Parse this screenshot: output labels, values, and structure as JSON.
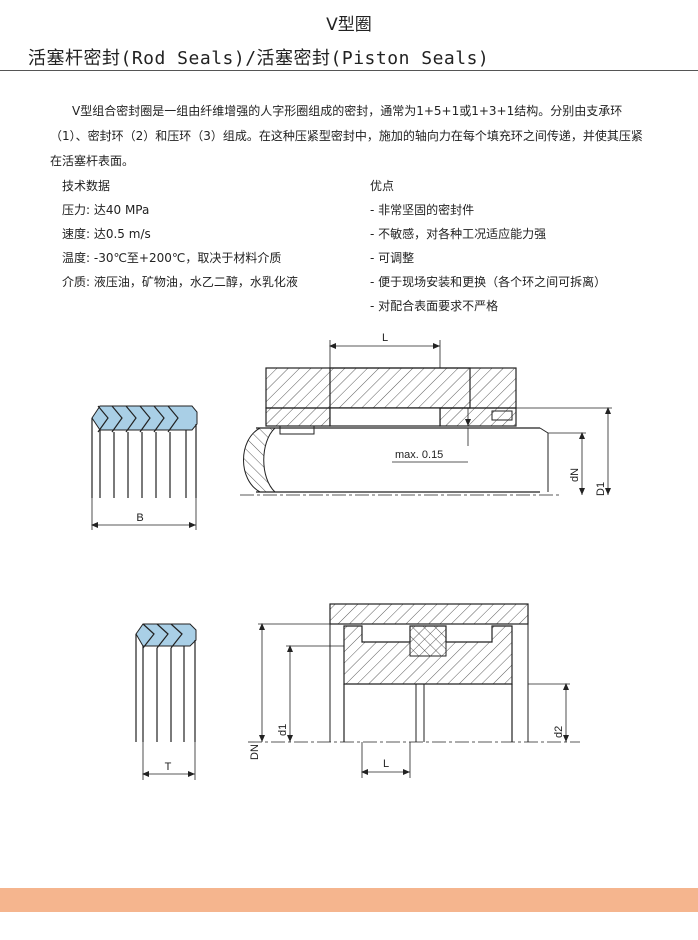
{
  "header": {
    "title": "V型圈",
    "subtitle": "活塞杆密封(Rod Seals)/活塞密封(Piston Seals)"
  },
  "intro": {
    "text": "V型组合密封圈是一组由纤维增强的人字形圈组成的密封，通常为1+5+1或1+3+1结构。分别由支承环（1）、密封环（2）和压环（3）组成。在这种压紧型密封中，施加的轴向力在每个填充环之间传递，并使其压紧在活塞杆表面。"
  },
  "tech": {
    "heading": "技术数据",
    "pressure": "压力:  达40 MPa",
    "speed": "速度:  达0.5 m/s",
    "temperature": "温度:  -30℃至+200℃，取决于材料介质",
    "media": "介质:  液压油，矿物油，水乙二醇，水乳化液"
  },
  "advantages": {
    "heading": "优点",
    "items": [
      "-  非常坚固的密封件",
      "-  不敏感，对各种工况适应能力强",
      "-  可调整",
      "-  便于现场安装和更换（各个环之间可拆离）",
      "-  对配合表面要求不严格"
    ]
  },
  "rod_drawing": {
    "label_L": "L",
    "label_B": "B",
    "label_max": "max. 0.15",
    "label_dN": "dN",
    "label_D1": "D1"
  },
  "piston_drawing": {
    "label_T": "T",
    "label_L": "L",
    "label_DN": "DN",
    "label_d1": "d1",
    "label_d2": "d2"
  },
  "colors": {
    "seal_fill": "#a9cfe6",
    "footer_bar": "#f5b58e"
  }
}
